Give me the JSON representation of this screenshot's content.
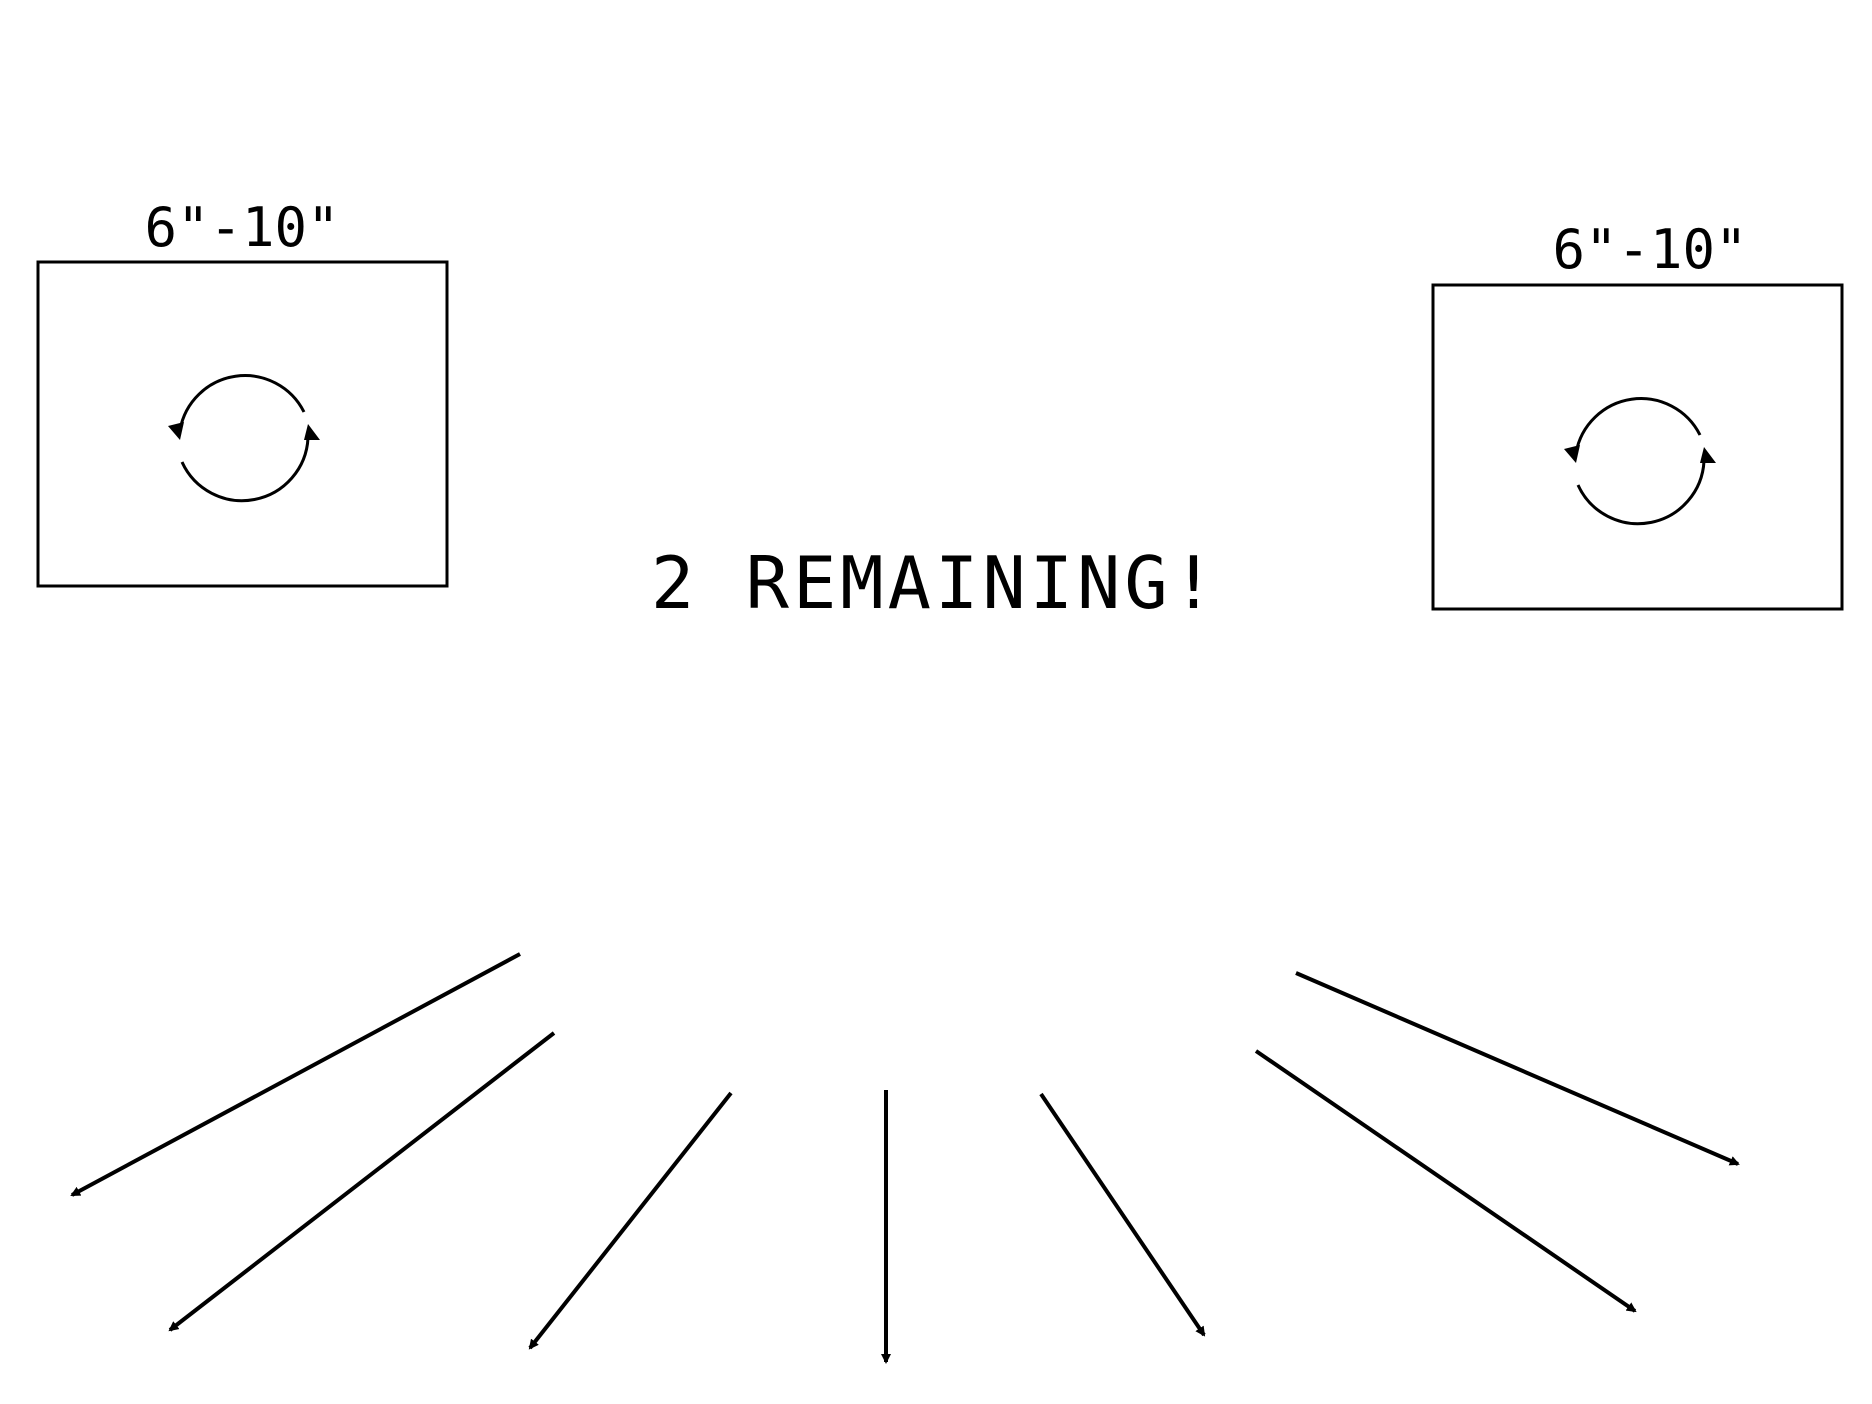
{
  "stroke_color": "#000000",
  "background_color": "#ffffff",
  "boxes": [
    {
      "id": "left",
      "label": "6\"-10\"",
      "icon": "rotate-arrows-icon"
    },
    {
      "id": "right",
      "label": "6\"-10\"",
      "icon": "rotate-arrows-icon"
    }
  ],
  "center_text": "2 REMAINING!",
  "arrows": [
    {
      "id": "far-left",
      "icon": "arrow-down-left-icon"
    },
    {
      "id": "left",
      "icon": "arrow-down-left-icon"
    },
    {
      "id": "center-left",
      "icon": "arrow-down-left-icon"
    },
    {
      "id": "down",
      "icon": "arrow-down-icon"
    },
    {
      "id": "center-right",
      "icon": "arrow-down-right-icon"
    },
    {
      "id": "right",
      "icon": "arrow-down-right-icon"
    },
    {
      "id": "far-right",
      "icon": "arrow-down-right-icon"
    }
  ]
}
